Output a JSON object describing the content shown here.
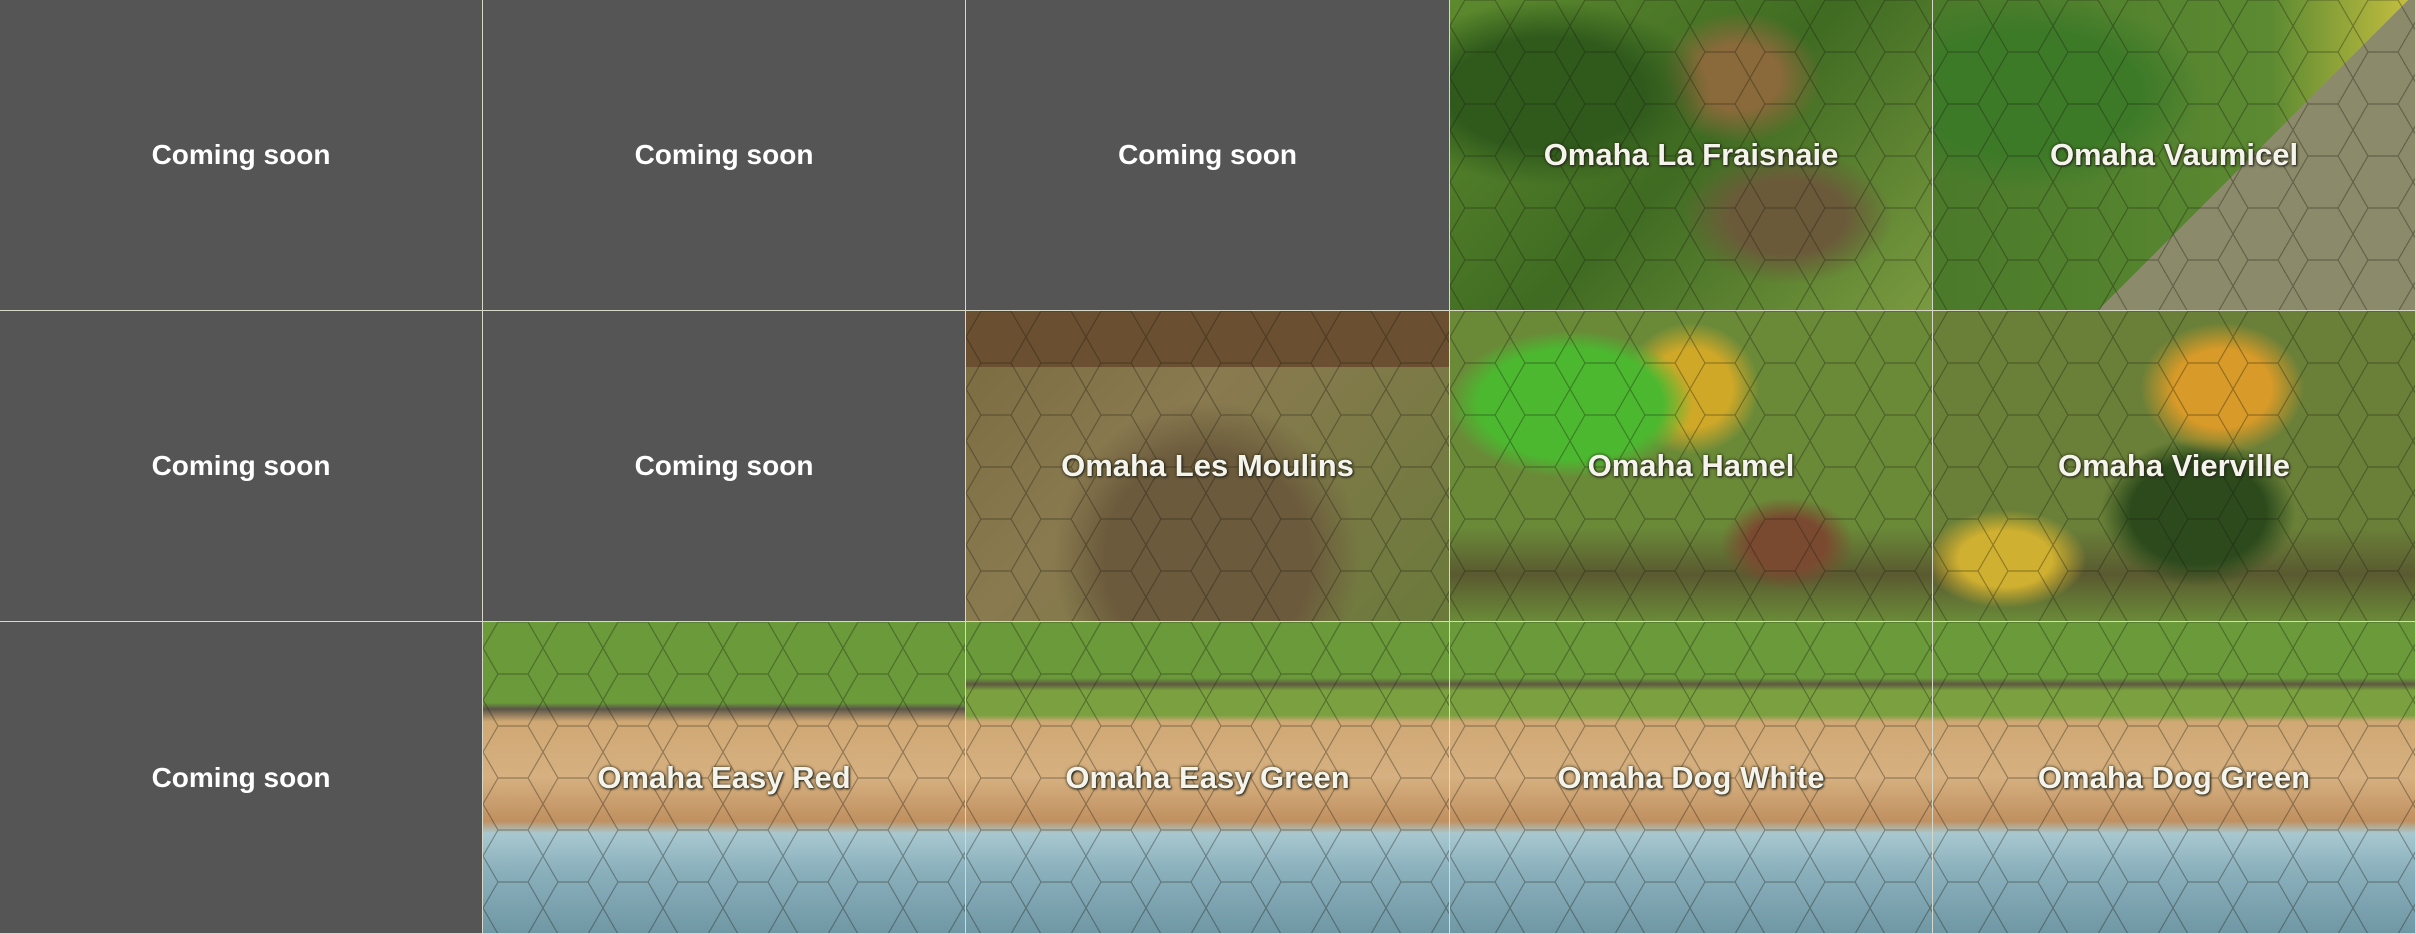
{
  "tiles": {
    "r1c1": "Coming soon",
    "r1c2": "Coming soon",
    "r1c3": "Coming soon",
    "r1c4": "Omaha La Fraisnaie",
    "r1c5": "Omaha Vaumicel",
    "r2c1": "Coming soon",
    "r2c2": "Coming soon",
    "r2c3": "Omaha Les Moulins",
    "r2c4": "Omaha Hamel",
    "r2c5": "Omaha Vierville",
    "r3c1": "Coming soon",
    "r3c2": "Omaha Easy Red",
    "r3c3": "Omaha Easy Green",
    "r3c4": "Omaha Dog White",
    "r3c5": "Omaha Dog Green"
  }
}
